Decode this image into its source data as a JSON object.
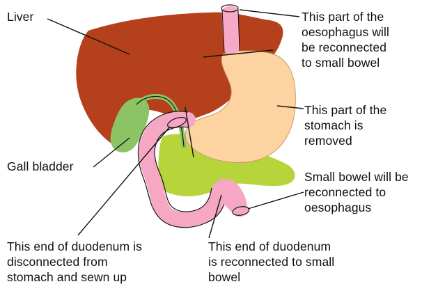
{
  "labels": {
    "liver": "Liver",
    "oesophagus": "This part of the\noesophagus will\nbe reconnected\nto small bowel",
    "stomach": "This part of the\nstomach is\nremoved",
    "gall_bladder": "Gall bladder",
    "small_bowel": "Small bowel will be\nreconnected to\noesophagus",
    "duodenum_left": "This end of duodenum is\ndisconnected from\nstomach and sewn up",
    "duodenum_right": "This end of duodenum\nis reconnected to small\nbowel"
  },
  "colors": {
    "liver": "#b5401c",
    "stomach": "#fcd3a1",
    "oesophagus": "#f8a9c8",
    "duodenum": "#f5a7c4",
    "gall_bladder": "#8cc465",
    "pancreas": "#b7d43a",
    "outline": "#111111"
  }
}
